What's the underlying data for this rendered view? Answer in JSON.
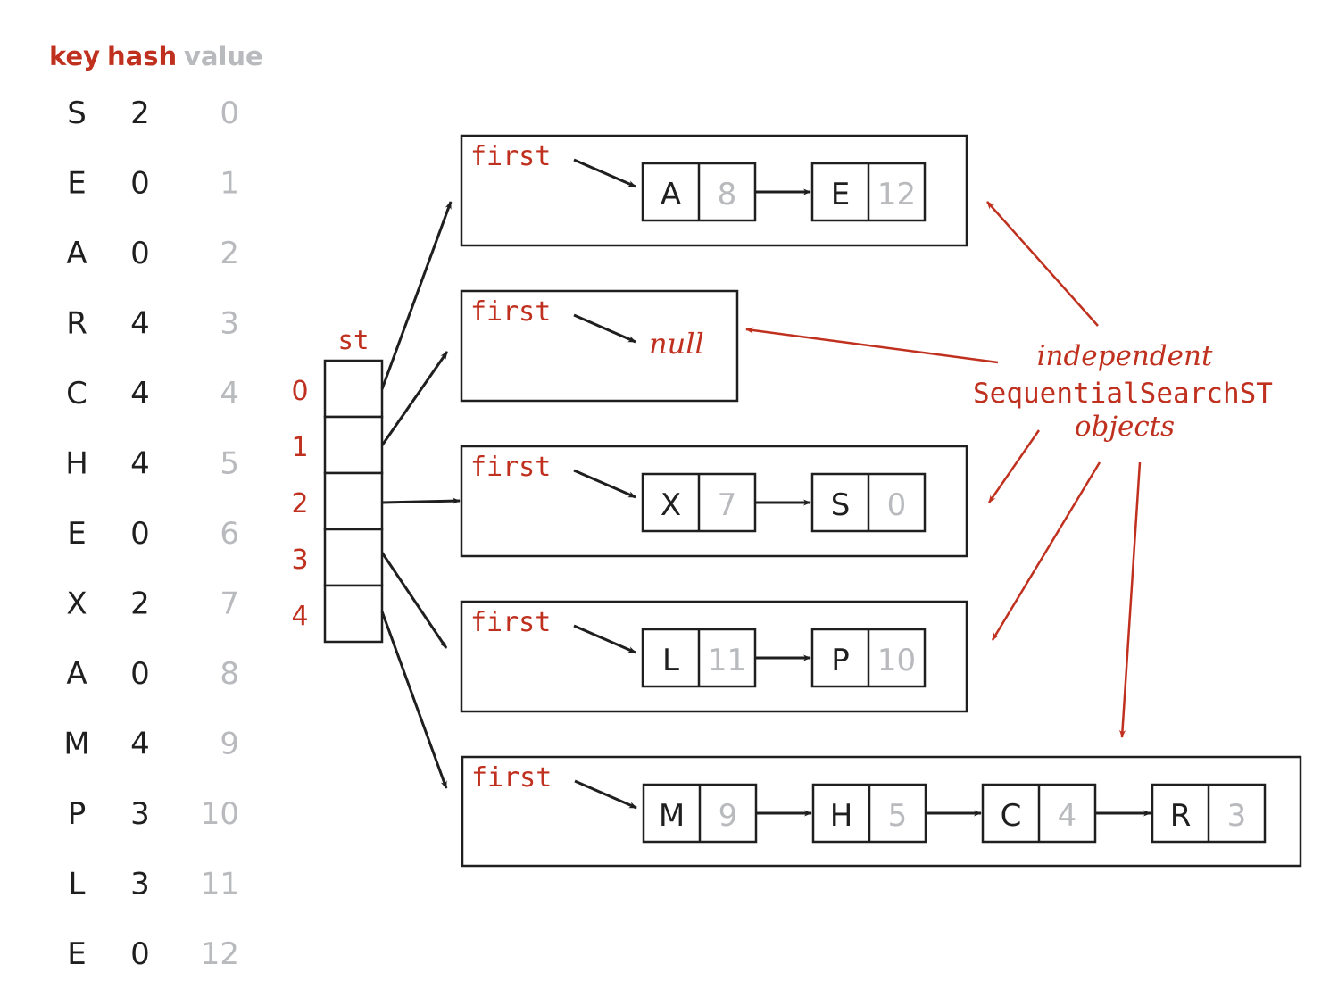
{
  "colors": {
    "accent": "#c0301f",
    "ink": "#1f1f1f",
    "muted": "#b8babd"
  },
  "table": {
    "headers": {
      "key": "key",
      "hash": "hash",
      "value": "value"
    },
    "rows": [
      {
        "key": "S",
        "hash": "2",
        "value": "0"
      },
      {
        "key": "E",
        "hash": "0",
        "value": "1"
      },
      {
        "key": "A",
        "hash": "0",
        "value": "2"
      },
      {
        "key": "R",
        "hash": "4",
        "value": "3"
      },
      {
        "key": "C",
        "hash": "4",
        "value": "4"
      },
      {
        "key": "H",
        "hash": "4",
        "value": "5"
      },
      {
        "key": "E",
        "hash": "0",
        "value": "6"
      },
      {
        "key": "X",
        "hash": "2",
        "value": "7"
      },
      {
        "key": "A",
        "hash": "0",
        "value": "8"
      },
      {
        "key": "M",
        "hash": "4",
        "value": "9"
      },
      {
        "key": "P",
        "hash": "3",
        "value": "10"
      },
      {
        "key": "L",
        "hash": "3",
        "value": "11"
      },
      {
        "key": "E",
        "hash": "0",
        "value": "12"
      }
    ]
  },
  "array": {
    "label": "st",
    "indices": [
      "0",
      "1",
      "2",
      "3",
      "4"
    ]
  },
  "chains": [
    {
      "first_label": "first",
      "nodes": [
        {
          "key": "A",
          "value": "8"
        },
        {
          "key": "E",
          "value": "12"
        }
      ]
    },
    {
      "first_label": "first",
      "null_label": "null",
      "nodes": []
    },
    {
      "first_label": "first",
      "nodes": [
        {
          "key": "X",
          "value": "7"
        },
        {
          "key": "S",
          "value": "0"
        }
      ]
    },
    {
      "first_label": "first",
      "nodes": [
        {
          "key": "L",
          "value": "11"
        },
        {
          "key": "P",
          "value": "10"
        }
      ]
    },
    {
      "first_label": "first",
      "nodes": [
        {
          "key": "M",
          "value": "9"
        },
        {
          "key": "H",
          "value": "5"
        },
        {
          "key": "C",
          "value": "4"
        },
        {
          "key": "R",
          "value": "3"
        }
      ]
    }
  ],
  "annotation": {
    "line1": "independent",
    "line2": "SequentialSearchST",
    "line3": "objects"
  }
}
